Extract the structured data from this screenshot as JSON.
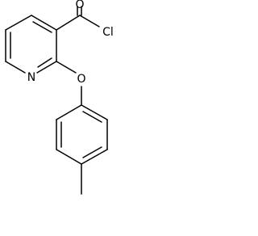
{
  "molecule": {
    "atom_labels": {
      "oxygen_carbonyl": "O",
      "chlorine": "Cl",
      "nitrogen": "N",
      "oxygen_ether": "O"
    }
  }
}
